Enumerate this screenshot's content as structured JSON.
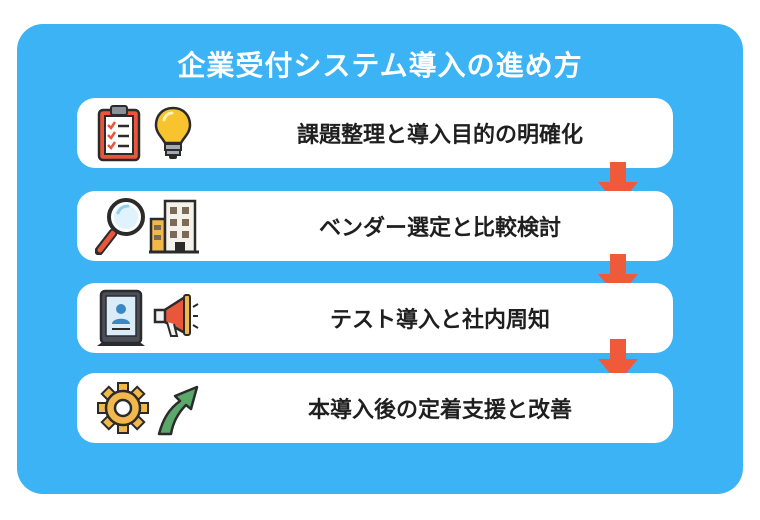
{
  "title": "企業受付システム導入の進め方",
  "steps": [
    {
      "label": "課題整理と導入目的の明確化",
      "icons": [
        "clipboard-checklist-icon",
        "lightbulb-icon"
      ]
    },
    {
      "label": "ベンダー選定と比較検討",
      "icons": [
        "magnifying-glass-icon",
        "office-building-icon"
      ]
    },
    {
      "label": "テスト導入と社内周知",
      "icons": [
        "tablet-profile-icon",
        "megaphone-icon"
      ]
    },
    {
      "label": "本導入後の定着支援と改善",
      "icons": [
        "gear-icon",
        "growth-arrow-icon"
      ]
    }
  ],
  "colors": {
    "panel": "#3cb3f5",
    "card": "#ffffff",
    "arrow": "#ee5a3a",
    "title_text": "#ffffff",
    "step_text": "#1f1f1f"
  }
}
